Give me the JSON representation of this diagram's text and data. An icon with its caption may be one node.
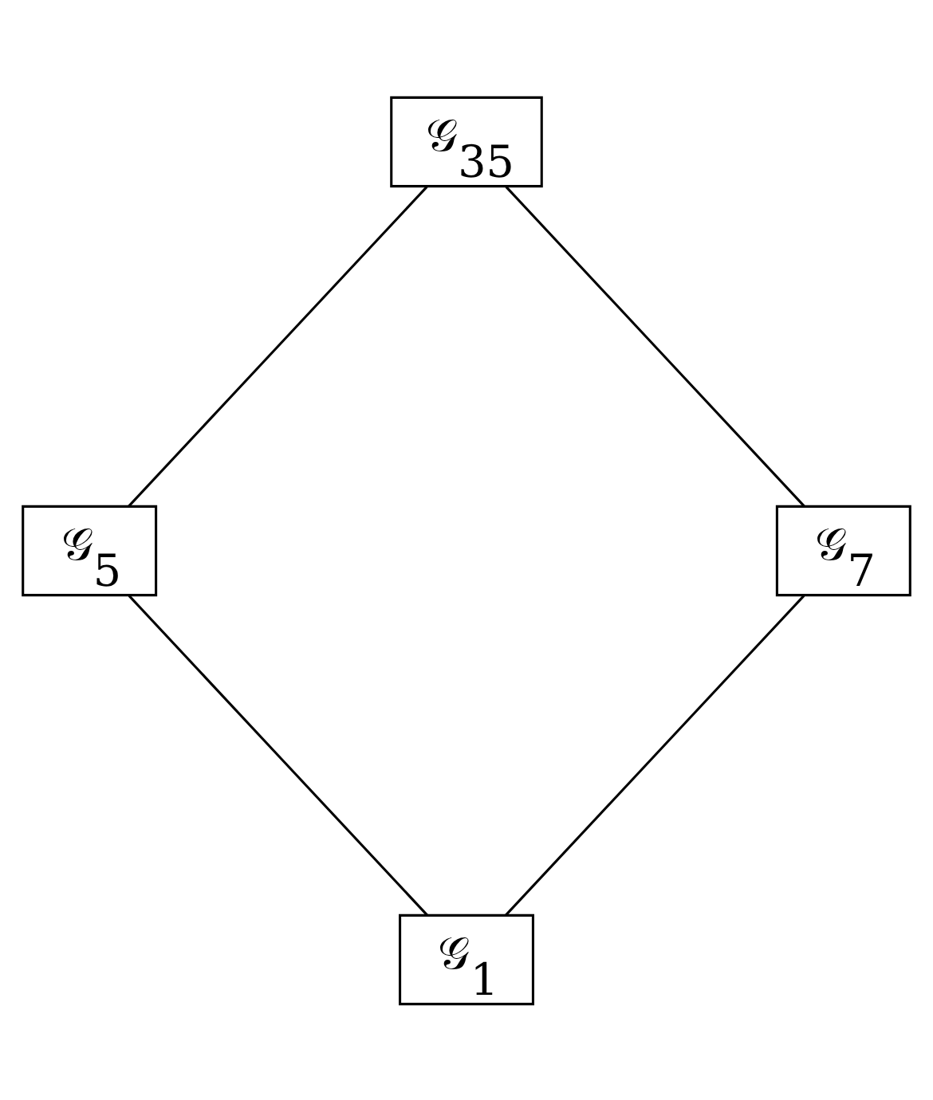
{
  "diagram": {
    "nodes": [
      {
        "text": [
          "𝒢$_{35}$"
        ]
      },
      {
        "text": [
          "𝒢$_{5}$"
        ]
      },
      {
        "text": [
          "𝒢$_{7}$"
        ]
      },
      {
        "text": [
          "𝒢$_{1}$"
        ]
      }
    ],
    "edges": [
      {
        "from": 0,
        "to": 1,
        "arrow": "none"
      },
      {
        "from": 0,
        "to": 2,
        "arrow": "none"
      },
      {
        "from": 1,
        "to": 3,
        "arrow": "none"
      },
      {
        "from": 2,
        "to": 3,
        "arrow": "none"
      }
    ]
  }
}
